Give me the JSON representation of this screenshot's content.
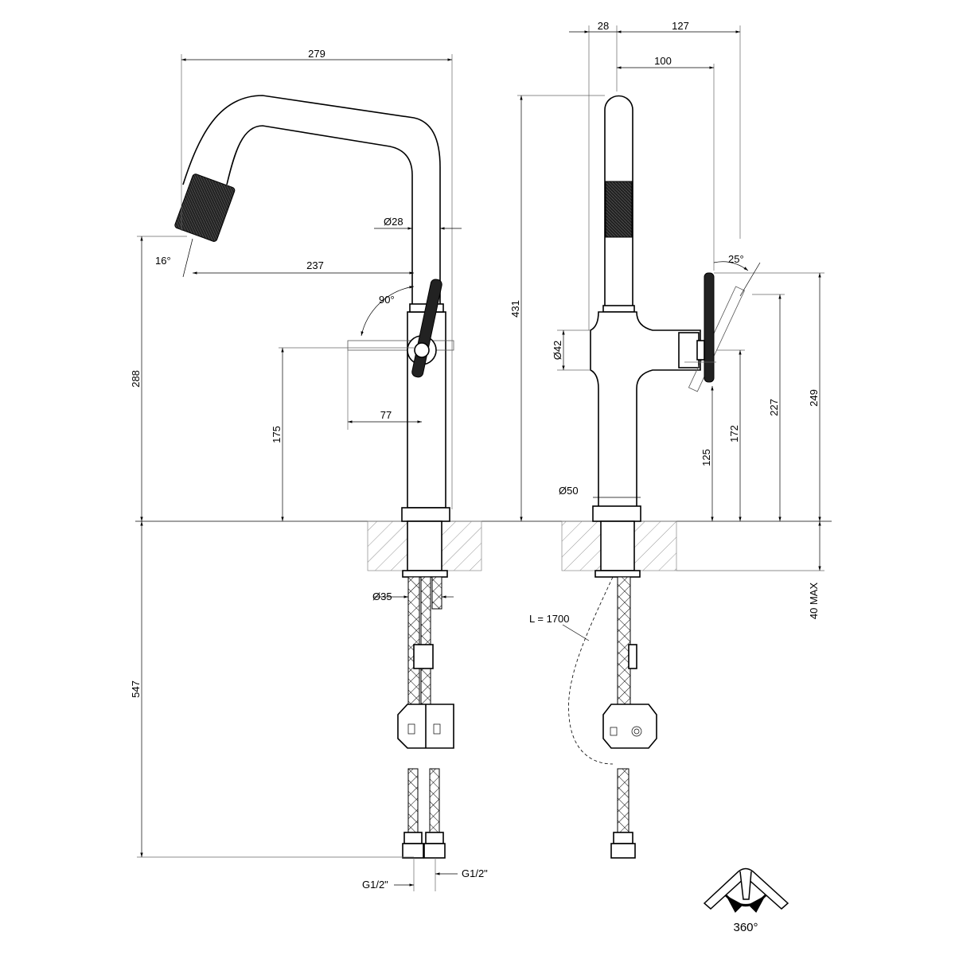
{
  "drawing": {
    "side_view": {
      "dims": {
        "width_279": "279",
        "dia_spout": "Ø28",
        "angle_spout": "16°",
        "reach_237": "237",
        "lever_angle": "90°",
        "height_288": "288",
        "height_175": "175",
        "lever_77": "77",
        "depth_547": "547",
        "dia_shank": "Ø35",
        "thread_left": "G1/2\"",
        "thread_right": "G1/2\""
      }
    },
    "front_view": {
      "dims": {
        "w28": "28",
        "w127": "127",
        "w100": "100",
        "height_431": "431",
        "dia_body": "Ø42",
        "lever_angle": "25°",
        "h125": "125",
        "h172": "172",
        "h227": "227",
        "h249": "249",
        "dia_base": "Ø50",
        "max_40": "40 MAX",
        "hose_length": "L = 1700"
      }
    },
    "rotation": {
      "label": "360°"
    }
  }
}
